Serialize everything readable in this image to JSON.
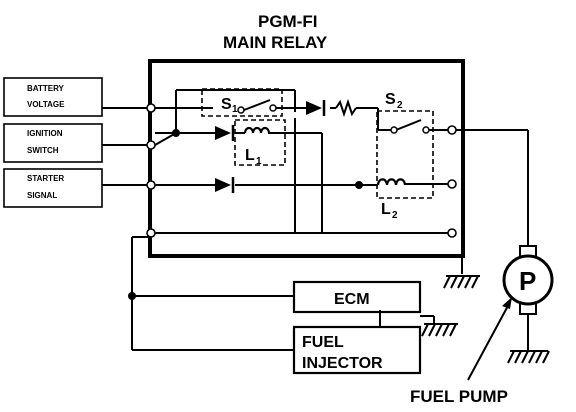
{
  "title": {
    "line1": "PGM-FI",
    "line2": "MAIN RELAY"
  },
  "inputs": {
    "battery": {
      "line1": "BATTERY",
      "line2": "VOLTAGE"
    },
    "ignition": {
      "line1": "IGNITION",
      "line2": "SWITCH"
    },
    "starter": {
      "line1": "STARTER",
      "line2": "SIGNAL"
    }
  },
  "relay_parts": {
    "s1": {
      "letter": "S",
      "sub": "1"
    },
    "s2": {
      "letter": "S",
      "sub": "2"
    },
    "l1": {
      "letter": "L",
      "sub": "1"
    },
    "l2": {
      "letter": "L",
      "sub": "2"
    }
  },
  "components": {
    "ecm": "ECM",
    "injector": {
      "line1": "FUEL",
      "line2": "INJECTOR"
    },
    "pump_symbol": "P",
    "pump_label": "FUEL PUMP"
  }
}
